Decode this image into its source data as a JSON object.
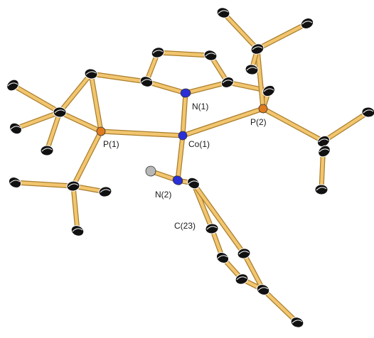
{
  "colors": {
    "bond": "#f2c56f",
    "bond_edge": "#a97e2c",
    "carbon": "#111111",
    "nitrogen": "#2a2fd6",
    "phosphorus": "#e07a1e",
    "cobalt": "#2a2fd6",
    "hydrogen": "#b8b8b8"
  },
  "atom_labels": {
    "n1": "N(1)",
    "p2": "P(2)",
    "p1": "P(1)",
    "co1": "Co(1)",
    "n2": "N(2)",
    "c23": "C(23)"
  }
}
